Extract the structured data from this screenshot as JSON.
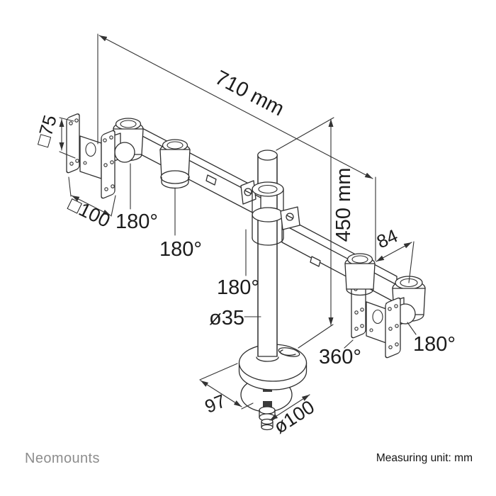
{
  "drawing": {
    "labels": {
      "arm_span": "710 mm",
      "height": "450 mm",
      "vesa_small": "□75",
      "vesa_large": "□100",
      "pole_diameter": "ø35",
      "grommet_diameter": "ø100",
      "base_depth": "97",
      "arm_end_offset": "84",
      "swivel_joint_left": "180°",
      "swivel_joint_mid": "180°",
      "swivel_joint_pole": "180°",
      "swivel_joint_right": "180°",
      "vesa_rotation": "360°"
    },
    "footer": {
      "brand": "Neomounts",
      "measuring_unit": "Measuring unit: mm"
    },
    "colors": {
      "line": "#2e2e2e",
      "label": "#1c1c1c",
      "brand_gray": "#8d8d8d",
      "background": "#ffffff"
    }
  }
}
